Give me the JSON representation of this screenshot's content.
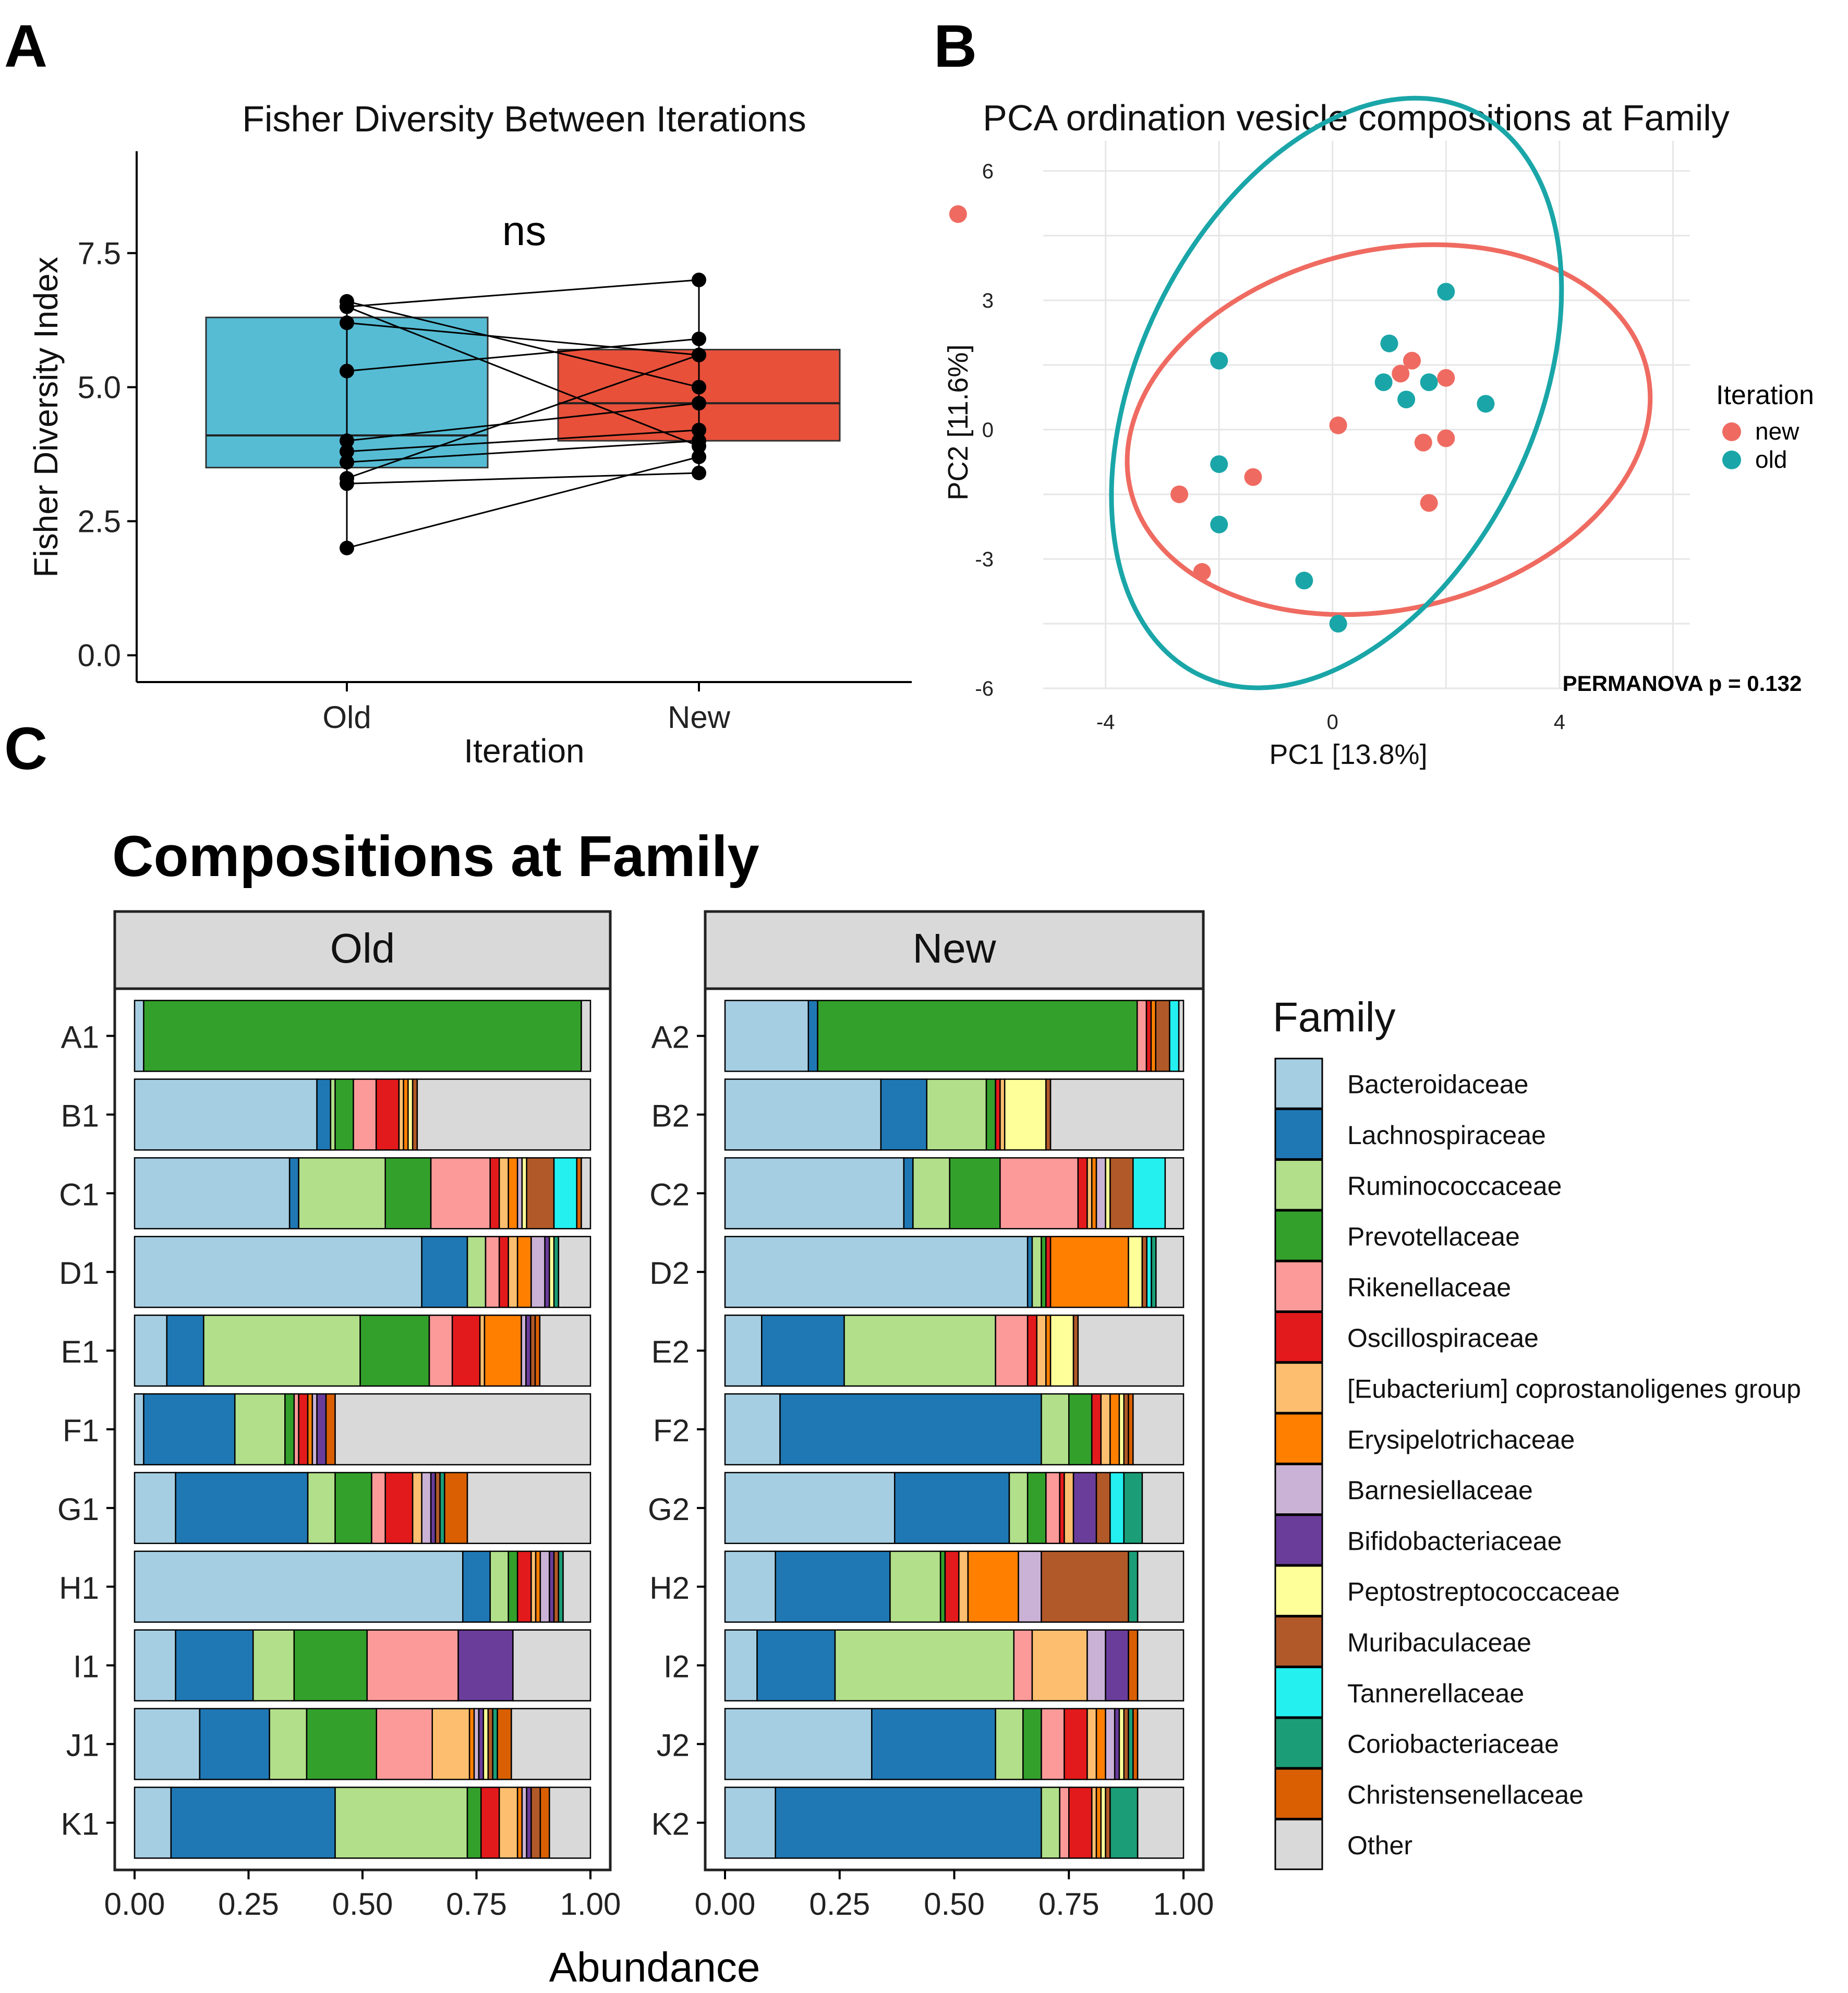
{
  "panels": {
    "a": "A",
    "b": "B",
    "c": "C"
  },
  "chart_data": [
    {
      "id": "A",
      "type": "box",
      "title": "Fisher Diversity Between Iterations",
      "xlabel": "Iteration",
      "ylabel": "Fisher Diversity Index",
      "categories": [
        "Old",
        "New"
      ],
      "ylim": [
        -0.5,
        9.4
      ],
      "yticks": [
        "0.0",
        "2.5",
        "5.0",
        "7.5"
      ],
      "ytick_values": [
        0,
        2.5,
        5,
        7.5
      ],
      "annotation": "ns",
      "colors": {
        "Old": "#56bcd4",
        "New": "#e8503a"
      },
      "boxes": [
        {
          "group": "Old",
          "q1": 3.5,
          "median": 4.1,
          "q3": 6.3
        },
        {
          "group": "New",
          "q1": 4.0,
          "median": 4.7,
          "q3": 5.7
        }
      ],
      "pairs": [
        [
          6.6,
          5.0
        ],
        [
          6.5,
          3.9
        ],
        [
          6.5,
          7.0
        ],
        [
          6.2,
          5.6
        ],
        [
          5.3,
          5.9
        ],
        [
          4.0,
          4.7
        ],
        [
          3.8,
          4.2
        ],
        [
          3.6,
          4.0
        ],
        [
          3.3,
          5.6
        ],
        [
          3.2,
          3.4
        ],
        [
          2.0,
          3.7
        ]
      ]
    },
    {
      "id": "B",
      "type": "scatter",
      "title": "PCA ordination vesicle compositions at Family",
      "xlabel": "PC1 [13.8%]",
      "ylabel": "PC2 [11.6%]",
      "xlim": [
        -5.1,
        6.3
      ],
      "ylim": [
        -6.0,
        6.7
      ],
      "xticks": [
        "-4",
        "0",
        "4"
      ],
      "xtick_values": [
        -4,
        0,
        4
      ],
      "yticks": [
        "-6",
        "-3",
        "0",
        "3",
        "6"
      ],
      "ytick_values": [
        -6,
        -3,
        0,
        3,
        6
      ],
      "legend_title": "Iteration",
      "legend_position": "right",
      "annotation": "PERMANOVA p = 0.132",
      "series": [
        {
          "name": "new",
          "color": "#ef6b61",
          "points": [
            [
              -6.6,
              5.0
            ],
            [
              1.4,
              1.6
            ],
            [
              1.2,
              1.3
            ],
            [
              2.0,
              1.2
            ],
            [
              0.1,
              0.1
            ],
            [
              1.6,
              -0.3
            ],
            [
              2.0,
              -0.2
            ],
            [
              -1.4,
              -1.1
            ],
            [
              -2.7,
              -1.5
            ],
            [
              1.7,
              -1.7
            ],
            [
              -2.3,
              -3.3
            ]
          ]
        },
        {
          "name": "old",
          "color": "#1aa6a8",
          "points": [
            [
              2.0,
              3.2
            ],
            [
              1.0,
              2.0
            ],
            [
              -2.0,
              1.6
            ],
            [
              0.9,
              1.1
            ],
            [
              1.7,
              1.1
            ],
            [
              1.3,
              0.7
            ],
            [
              2.7,
              0.6
            ],
            [
              -2.0,
              -0.8
            ],
            [
              -2.0,
              -2.2
            ],
            [
              -0.5,
              -3.5
            ],
            [
              0.1,
              -4.5
            ]
          ]
        }
      ],
      "ellipses": [
        {
          "group": "new",
          "cx": 0.99,
          "cy": 0.0,
          "rx": 5.31,
          "ry": 3.6,
          "angle": 13
        },
        {
          "group": "old",
          "cx": 0.07,
          "cy": 0.85,
          "rx": 6.28,
          "ry": 3.97,
          "angle": 64
        }
      ]
    },
    {
      "id": "C",
      "type": "stacked-bar",
      "title": "Compositions at Family",
      "xlabel": "Abundance",
      "xticks": [
        "0.00",
        "0.25",
        "0.50",
        "0.75",
        "1.00"
      ],
      "xtick_values": [
        0,
        0.25,
        0.5,
        0.75,
        1.0
      ],
      "legend_title": "Family",
      "legend_position": "right",
      "families": [
        {
          "name": "Bacteroidaceae",
          "color": "#a6cee3"
        },
        {
          "name": "Lachnospiraceae",
          "color": "#1f78b4"
        },
        {
          "name": "Ruminococcaceae",
          "color": "#b2df8a"
        },
        {
          "name": "Prevotellaceae",
          "color": "#33a02c"
        },
        {
          "name": "Rikenellaceae",
          "color": "#fb9a99"
        },
        {
          "name": "Oscillospiraceae",
          "color": "#e31a1c"
        },
        {
          "name": "[Eubacterium] coprostanoligenes group",
          "color": "#fdbf6f"
        },
        {
          "name": "Erysipelotrichaceae",
          "color": "#ff7f00"
        },
        {
          "name": "Barnesiellaceae",
          "color": "#cab2d6"
        },
        {
          "name": "Bifidobacteriaceae",
          "color": "#6a3d9a"
        },
        {
          "name": "Peptostreptococcaceae",
          "color": "#ffff99"
        },
        {
          "name": "Muribaculaceae",
          "color": "#b15928"
        },
        {
          "name": "Tannerellaceae",
          "color": "#24f0f0"
        },
        {
          "name": "Coriobacteriaceae",
          "color": "#1b9e77"
        },
        {
          "name": "Christensenellaceae",
          "color": "#d95f02"
        },
        {
          "name": "Other",
          "color": "#d9d9d9"
        }
      ],
      "facets": [
        {
          "name": "Old",
          "samples": [
            {
              "label": "A1",
              "values": [
                0.02,
                0,
                0,
                0.96,
                0,
                0,
                0,
                0,
                0,
                0,
                0,
                0,
                0,
                0,
                0,
                0.02
              ]
            },
            {
              "label": "B1",
              "values": [
                0.4,
                0.03,
                0.01,
                0.04,
                0.05,
                0.05,
                0.01,
                0.01,
                0,
                0,
                0.01,
                0.01,
                0,
                0,
                0,
                0.38
              ]
            },
            {
              "label": "C1",
              "values": [
                0.34,
                0.02,
                0.19,
                0.1,
                0.13,
                0.02,
                0.02,
                0.02,
                0.01,
                0,
                0.01,
                0.06,
                0.05,
                0,
                0.01,
                0.02
              ]
            },
            {
              "label": "D1",
              "values": [
                0.63,
                0.1,
                0.04,
                0,
                0.03,
                0.02,
                0.02,
                0.03,
                0.03,
                0.01,
                0.01,
                0,
                0,
                0.01,
                0,
                0.07
              ]
            },
            {
              "label": "E1",
              "values": [
                0.07,
                0.08,
                0.34,
                0.15,
                0.05,
                0.06,
                0.01,
                0.08,
                0.01,
                0.01,
                0,
                0.01,
                0,
                0,
                0.01,
                0.11
              ]
            },
            {
              "label": "F1",
              "values": [
                0.02,
                0.2,
                0.11,
                0.02,
                0.01,
                0.02,
                0,
                0.01,
                0.01,
                0.02,
                0,
                0,
                0,
                0,
                0.02,
                0.56
              ]
            },
            {
              "label": "G1",
              "values": [
                0.09,
                0.29,
                0.06,
                0.08,
                0.03,
                0.06,
                0.02,
                0,
                0.02,
                0.01,
                0,
                0.01,
                0,
                0.01,
                0.05,
                0.27
              ]
            },
            {
              "label": "H1",
              "values": [
                0.72,
                0.06,
                0.04,
                0.02,
                0,
                0.03,
                0.01,
                0.01,
                0.02,
                0.01,
                0,
                0.01,
                0,
                0.01,
                0,
                0.06
              ]
            },
            {
              "label": "I1",
              "values": [
                0.09,
                0.17,
                0.09,
                0.16,
                0.2,
                0,
                0,
                0,
                0,
                0.12,
                0,
                0,
                0,
                0,
                0,
                0.17
              ]
            },
            {
              "label": "J1",
              "values": [
                0.14,
                0.15,
                0.08,
                0.15,
                0.12,
                0,
                0.08,
                0.01,
                0.01,
                0.01,
                0.01,
                0.01,
                0,
                0.01,
                0.03,
                0.17
              ]
            },
            {
              "label": "K1",
              "values": [
                0.08,
                0.36,
                0.29,
                0.03,
                0,
                0.04,
                0.04,
                0.01,
                0.01,
                0.01,
                0,
                0.02,
                0,
                0,
                0.02,
                0.09
              ]
            }
          ]
        },
        {
          "name": "New",
          "samples": [
            {
              "label": "A2",
              "values": [
                0.18,
                0.02,
                0,
                0.69,
                0.02,
                0.01,
                0,
                0.01,
                0,
                0,
                0,
                0.03,
                0.02,
                0,
                0,
                0.01
              ]
            },
            {
              "label": "B2",
              "values": [
                0.34,
                0.1,
                0.13,
                0.02,
                0,
                0.01,
                0.01,
                0,
                0,
                0,
                0.09,
                0.01,
                0,
                0,
                0,
                0.29
              ]
            },
            {
              "label": "C2",
              "values": [
                0.39,
                0.02,
                0.08,
                0.11,
                0.17,
                0.02,
                0.01,
                0.01,
                0.02,
                0,
                0.01,
                0.05,
                0.07,
                0,
                0,
                0.04
              ]
            },
            {
              "label": "D2",
              "values": [
                0.66,
                0.01,
                0.02,
                0.01,
                0,
                0.01,
                0,
                0.17,
                0,
                0,
                0.03,
                0.01,
                0.01,
                0.01,
                0,
                0.06
              ]
            },
            {
              "label": "E2",
              "values": [
                0.08,
                0.18,
                0.33,
                0,
                0.07,
                0.02,
                0.02,
                0.01,
                0,
                0,
                0.05,
                0.01,
                0,
                0,
                0,
                0.23
              ]
            },
            {
              "label": "F2",
              "values": [
                0.12,
                0.57,
                0.06,
                0.05,
                0,
                0.02,
                0.02,
                0.02,
                0,
                0,
                0.01,
                0.01,
                0,
                0,
                0.01,
                0.11
              ]
            },
            {
              "label": "G2",
              "values": [
                0.37,
                0.25,
                0.04,
                0.04,
                0.03,
                0.01,
                0.02,
                0,
                0,
                0.05,
                0,
                0.03,
                0.03,
                0.04,
                0,
                0.09
              ]
            },
            {
              "label": "H2",
              "values": [
                0.11,
                0.25,
                0.11,
                0.01,
                0,
                0.03,
                0.02,
                0.11,
                0.05,
                0,
                0,
                0.19,
                0,
                0.02,
                0,
                0.1
              ]
            },
            {
              "label": "I2",
              "values": [
                0.07,
                0.17,
                0.39,
                0,
                0.04,
                0,
                0.12,
                0,
                0.04,
                0.05,
                0,
                0,
                0,
                0,
                0.02,
                0.1
              ]
            },
            {
              "label": "J2",
              "values": [
                0.32,
                0.27,
                0.06,
                0.04,
                0.05,
                0.05,
                0.02,
                0.02,
                0.02,
                0.01,
                0.01,
                0.01,
                0,
                0.01,
                0.01,
                0.1
              ]
            },
            {
              "label": "K2",
              "values": [
                0.11,
                0.58,
                0.04,
                0,
                0.02,
                0.05,
                0.01,
                0.01,
                0,
                0,
                0.01,
                0.01,
                0,
                0.06,
                0,
                0.1
              ]
            }
          ]
        }
      ]
    }
  ]
}
